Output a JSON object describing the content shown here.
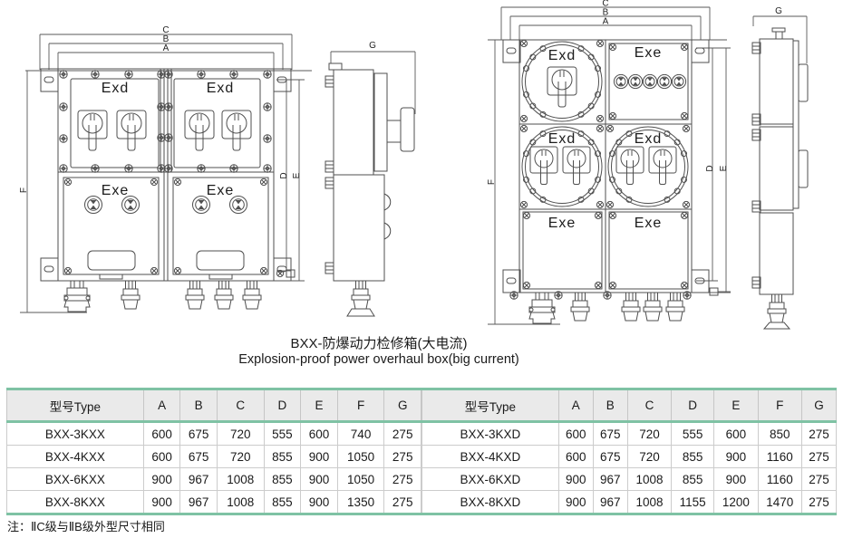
{
  "title": {
    "zh": "BXX-防爆动力检修箱(大电流)",
    "en": "Explosion-proof power overhaul box(big current)"
  },
  "note": "注：ⅡC级与ⅡB级外型尺寸相同",
  "drawing": {
    "panel_labels": {
      "exd": "Exd",
      "exe": "Exe"
    },
    "dim_labels": {
      "a": "A",
      "b": "B",
      "c": "C",
      "d": "D",
      "e": "E",
      "f": "F",
      "g": "G"
    }
  },
  "tables": {
    "headers": [
      "型号Type",
      "A",
      "B",
      "C",
      "D",
      "E",
      "F",
      "G"
    ],
    "left_rows": [
      [
        "BXX-3KXX",
        "600",
        "675",
        "720",
        "555",
        "600",
        "740",
        "275"
      ],
      [
        "BXX-4KXX",
        "600",
        "675",
        "720",
        "855",
        "900",
        "1050",
        "275"
      ],
      [
        "BXX-6KXX",
        "900",
        "967",
        "1008",
        "855",
        "900",
        "1050",
        "275"
      ],
      [
        "BXX-8KXX",
        "900",
        "967",
        "1008",
        "855",
        "900",
        "1350",
        "275"
      ]
    ],
    "right_rows": [
      [
        "BXX-3KXD",
        "600",
        "675",
        "720",
        "555",
        "600",
        "850",
        "275"
      ],
      [
        "BXX-4KXD",
        "600",
        "675",
        "720",
        "855",
        "900",
        "1160",
        "275"
      ],
      [
        "BXX-6KXD",
        "900",
        "967",
        "1008",
        "855",
        "900",
        "1160",
        "275"
      ],
      [
        "BXX-8KXD",
        "900",
        "967",
        "1008",
        "1155",
        "1200",
        "1470",
        "275"
      ]
    ]
  },
  "colors": {
    "accent_green": "#7fc2a4",
    "header_bg": "#eaeaea",
    "drawing_line": "#4f4f4f",
    "text": "#1a1a1a"
  }
}
